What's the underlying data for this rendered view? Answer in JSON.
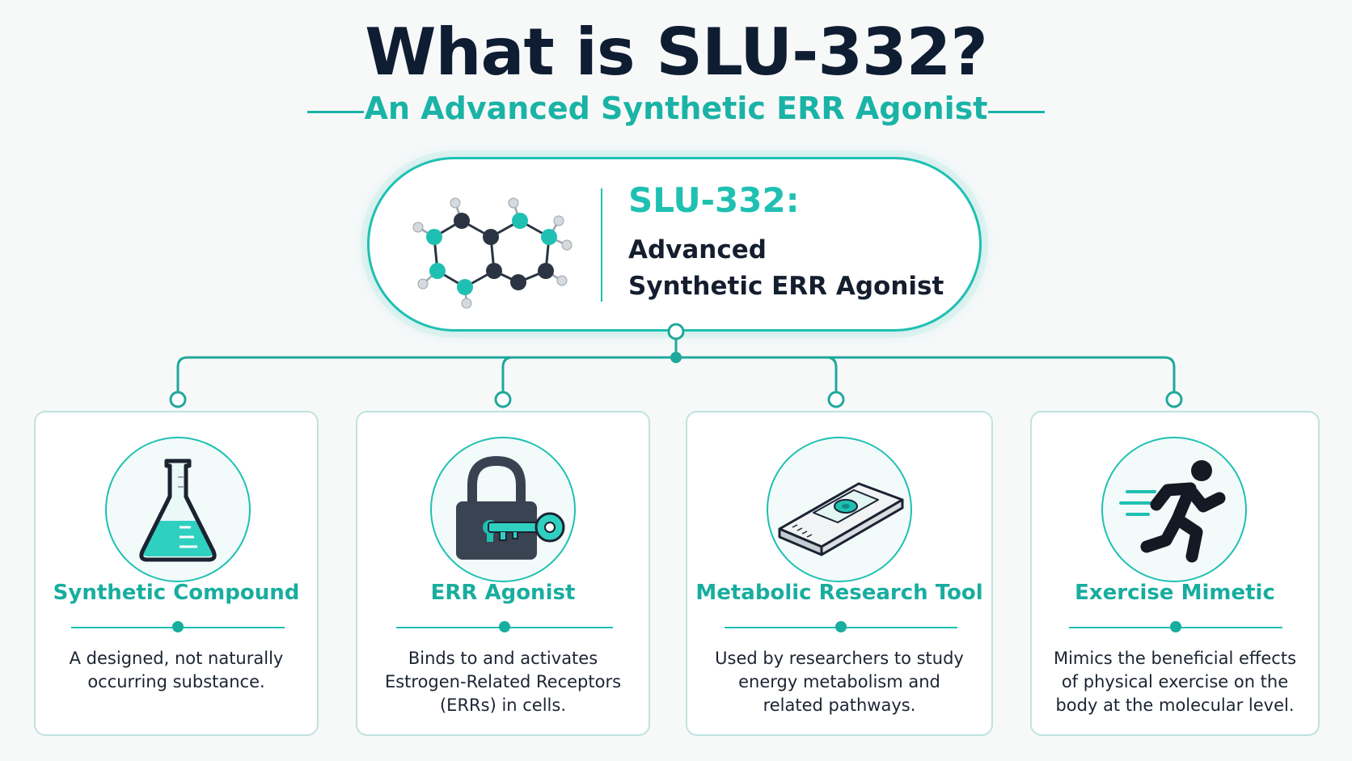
{
  "header": {
    "title": "What is SLU-332?",
    "subtitle": "An Advanced Synthetic ERR Agonist"
  },
  "hero": {
    "title": "SLU-332:",
    "line1": "Advanced",
    "line2": "Synthetic ERR Agonist",
    "icon": "molecule-icon"
  },
  "cards": [
    {
      "title": "Synthetic Compound",
      "desc": [
        "A designed, not naturally",
        "occurring substance."
      ],
      "icon": "flask-icon"
    },
    {
      "title": "ERR Agonist",
      "desc": [
        "Binds to and activates",
        "Estrogen-Related Receptors",
        "(ERRs) in cells."
      ],
      "icon": "lock-and-key-icon"
    },
    {
      "title": "Metabolic Research Tool",
      "desc": [
        "Used by researchers to study",
        "energy metabolism and",
        "related pathways."
      ],
      "icon": "microscope-slide-icon"
    },
    {
      "title": "Exercise Mimetic",
      "desc": [
        "Mimics the beneficial effects",
        "of physical exercise on the",
        "body at the molecular level."
      ],
      "icon": "running-person-icon"
    }
  ],
  "colors": {
    "teal": "#1fc0b2",
    "navy": "#0f1d33",
    "dark-gray": "#394250",
    "card-border": "#bfe3df"
  }
}
